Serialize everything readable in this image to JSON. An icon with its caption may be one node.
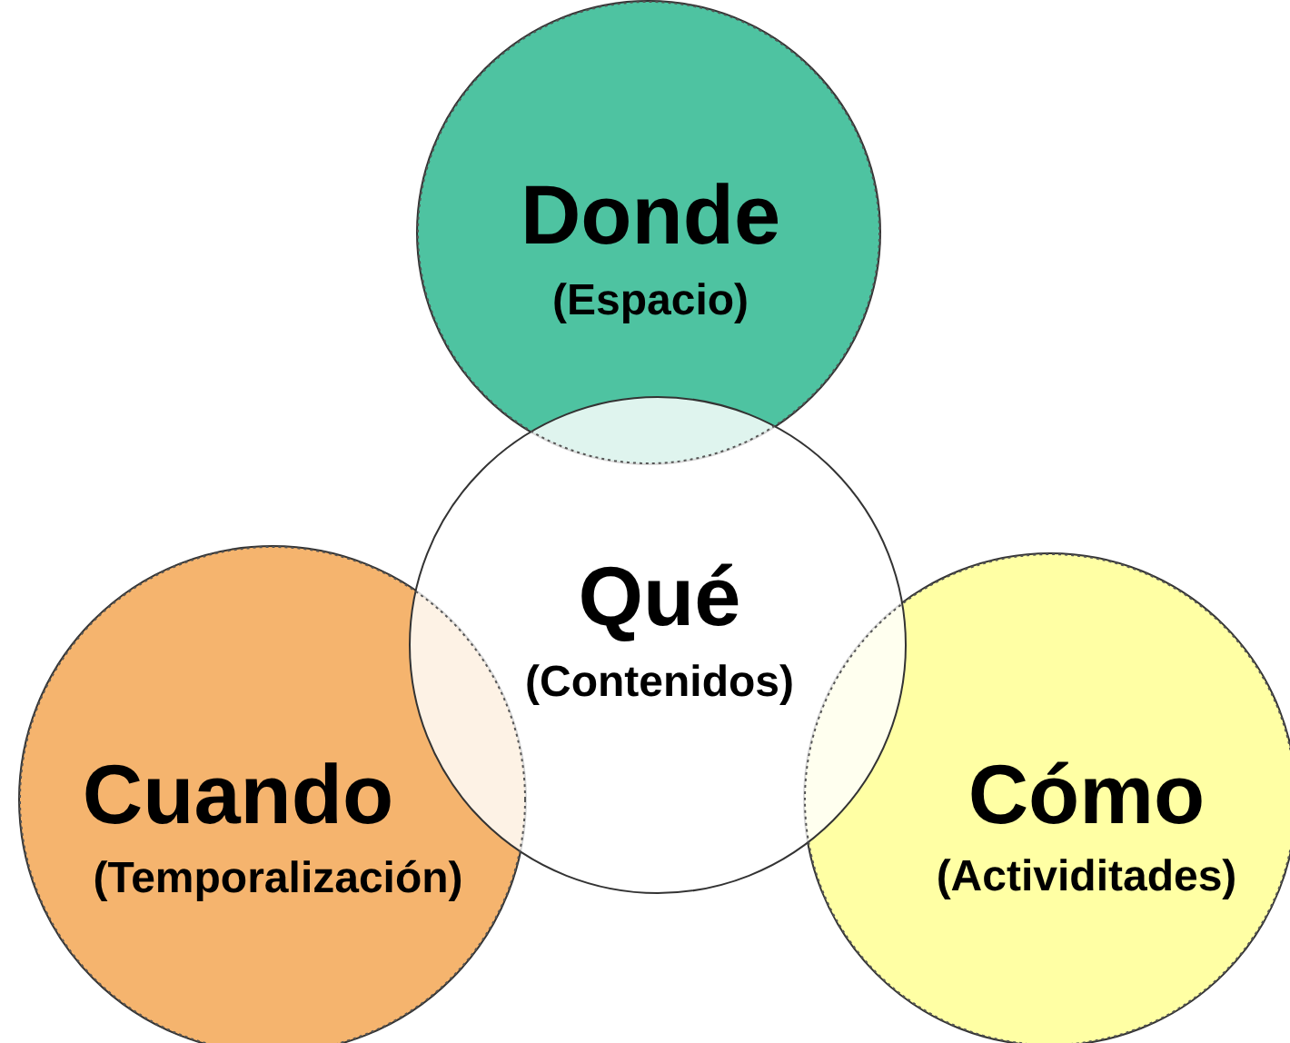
{
  "diagram": {
    "nodes": [
      {
        "text": [
          "Donde",
          "(Espacio)"
        ]
      },
      {
        "text": [
          "Qué",
          "(Contenidos)"
        ]
      },
      {
        "text": [
          "Cuando",
          "(Temporalización)"
        ]
      },
      {
        "text": [
          "Cómo",
          "(Actividitades)"
        ]
      }
    ]
  }
}
